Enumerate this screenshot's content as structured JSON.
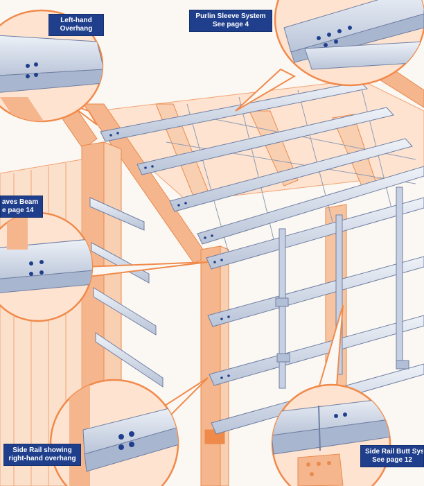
{
  "colors": {
    "background": "#fbf7f2",
    "frame_orange": "#f08a4b",
    "frame_orange_light": "#f6b489",
    "steel": "#d4dcea",
    "steel_dark": "#8e9bb5",
    "label_blue": "#1f3f8c",
    "callout_outline": "#f08a4b",
    "bolt_hole": "#1f3f8c"
  },
  "callouts": {
    "left_hand_overhang": {
      "line1": "Left-hand",
      "line2": "Overhang"
    },
    "purlin_sleeve": {
      "line1": "Purlin Sleeve System",
      "line2": "See page 4"
    },
    "eaves_beam": {
      "line1": "aves Beam",
      "line2": "e page 14"
    },
    "side_rail_overhang": {
      "line1": "Side Rail showing",
      "line2": "right-hand overhang"
    },
    "side_rail_butt": {
      "line1": "Side Rail Butt Syste",
      "line2": "See page 12"
    }
  }
}
